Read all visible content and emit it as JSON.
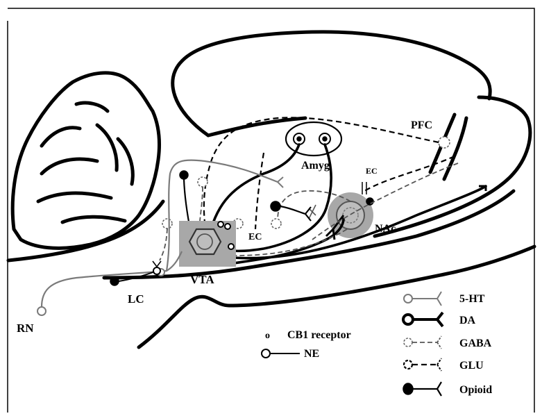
{
  "regions": {
    "pfc": "PFC",
    "amyg": "Amyg",
    "nac": "NAc",
    "vta": "VTA",
    "lc": "LC",
    "rn": "RN",
    "ec_top": "EC",
    "ec_mid": "EC"
  },
  "legend": {
    "cb1": "CB1 receptor",
    "cb1_symbol": "o",
    "ne": "NE",
    "items": [
      "5-HT",
      "DA",
      "GABA",
      "GLU",
      "Opioid"
    ]
  },
  "colors": {
    "highlight": "#a8a8a8",
    "serotonin": "#7a7a7a",
    "gaba": "#555555"
  }
}
